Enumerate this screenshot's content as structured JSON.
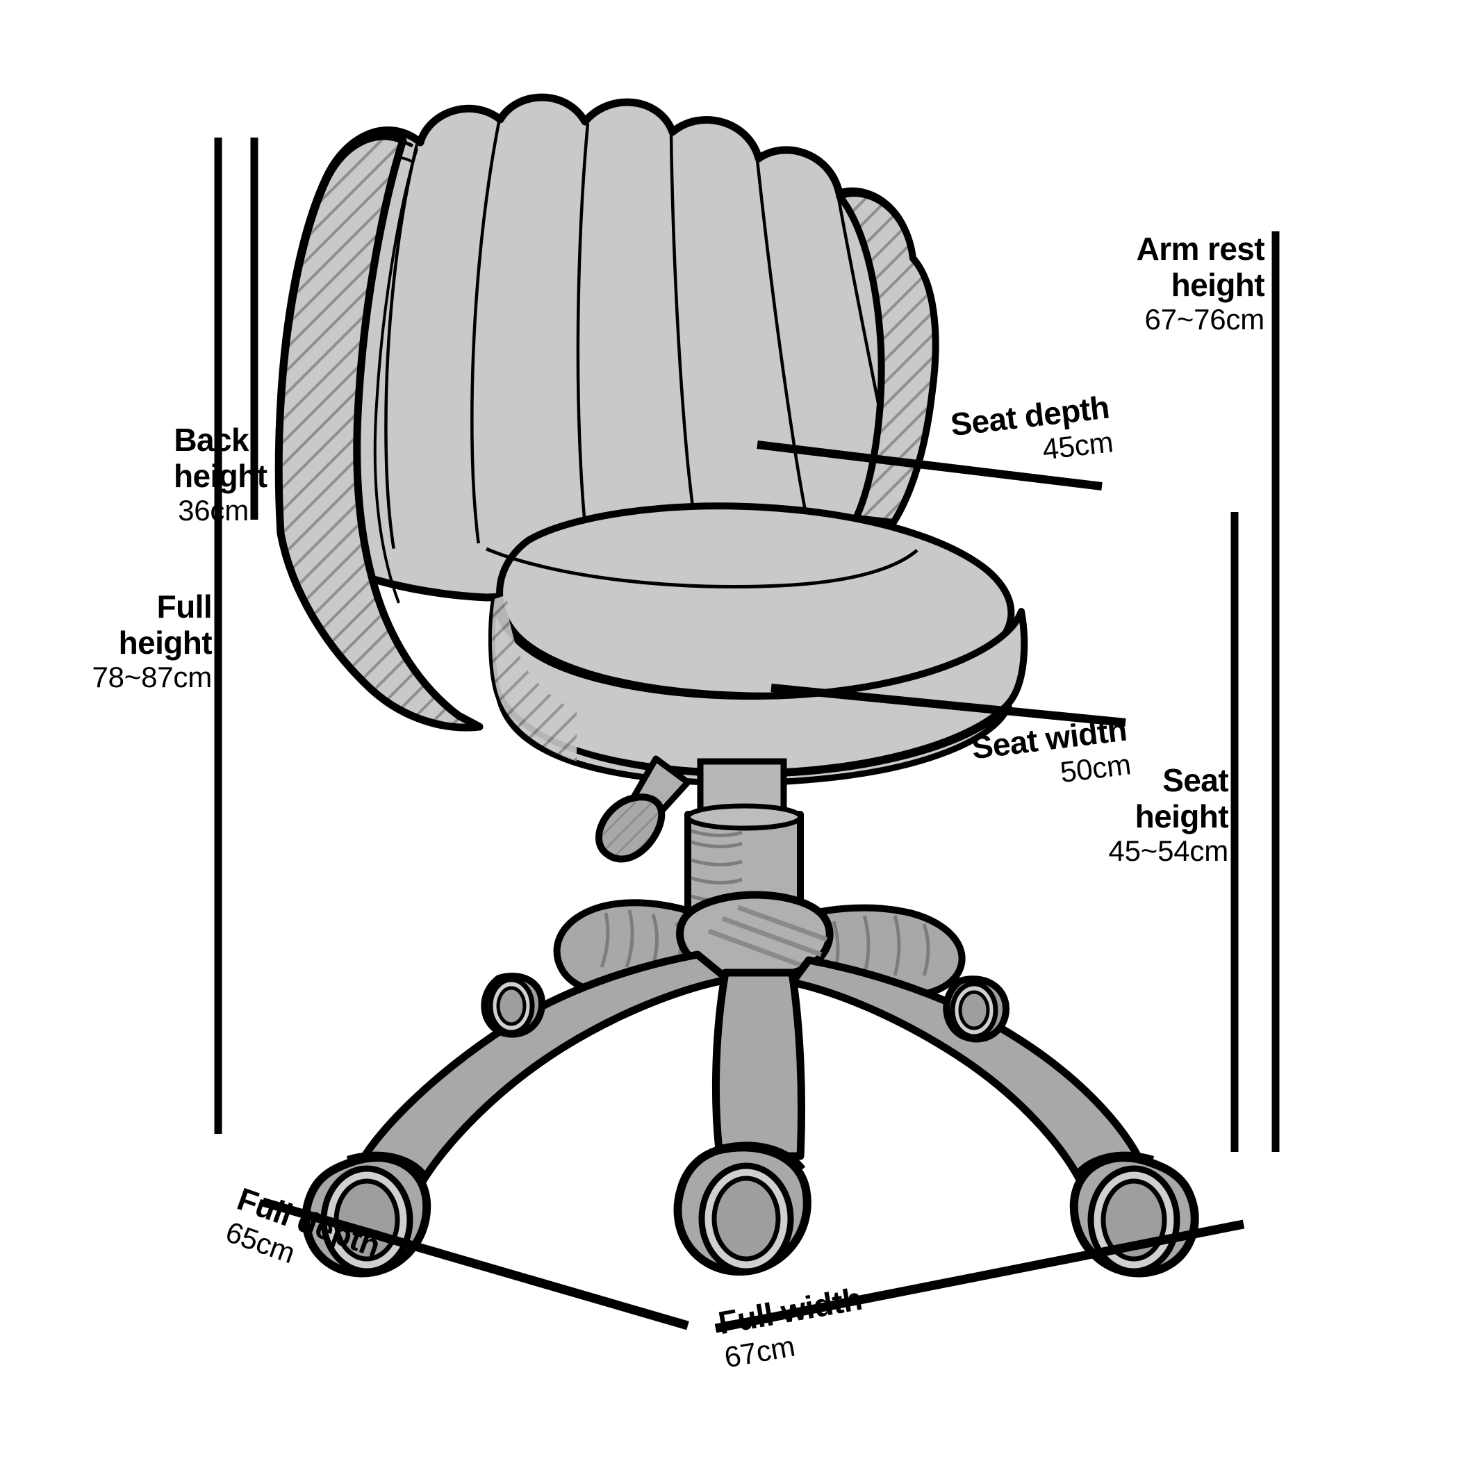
{
  "diagram": {
    "title": "Office chair dimension diagram",
    "subject": "shell-back swivel office chair",
    "unit": "cm",
    "colors": {
      "outline": "#000000",
      "upholstery_fill": "#c9c9c9",
      "hatch_line": "#8f8f8f",
      "metal_fill": "#a8a8a8",
      "metal_dark": "#9a9a9a",
      "caster_fill": "#9e9e9e",
      "caster_ring": "#d0d0d0",
      "background": "#ffffff",
      "text": "#000000"
    }
  },
  "measurements": [
    {
      "key": "full_height",
      "label": "Full height",
      "value": "78~87cm",
      "min": 78,
      "max": 87,
      "unit": "cm",
      "align": "right",
      "line": "vertical"
    },
    {
      "key": "back_height",
      "label": "Back height",
      "value": "36cm",
      "min": 36,
      "max": 36,
      "unit": "cm",
      "align": "right",
      "line": "vertical"
    },
    {
      "key": "arm_rest_height",
      "label": "Arm rest height",
      "label_line1": "Arm rest",
      "label_line2": "height",
      "value": "67~76cm",
      "min": 67,
      "max": 76,
      "unit": "cm",
      "align": "right",
      "line": "vertical"
    },
    {
      "key": "seat_height",
      "label": "Seat height",
      "label_line1": "Seat",
      "label_line2": "height",
      "value": "45~54cm",
      "min": 45,
      "max": 54,
      "unit": "cm",
      "align": "right",
      "line": "vertical"
    },
    {
      "key": "seat_depth",
      "label": "Seat depth",
      "value": "45cm",
      "min": 45,
      "max": 45,
      "unit": "cm",
      "align": "right",
      "line": "diagonal"
    },
    {
      "key": "seat_width",
      "label": "Seat width",
      "value": "50cm",
      "min": 50,
      "max": 50,
      "unit": "cm",
      "align": "right",
      "line": "diagonal"
    },
    {
      "key": "full_depth",
      "label": "Full depth",
      "value": "65cm",
      "min": 65,
      "max": 65,
      "unit": "cm",
      "align": "left",
      "line": "diagonal"
    },
    {
      "key": "full_width",
      "label": "Full width",
      "value": "67cm",
      "min": 67,
      "max": 67,
      "unit": "cm",
      "align": "left",
      "line": "diagonal"
    }
  ],
  "labels": {
    "full_height_title": "Full",
    "full_height_title2": "height",
    "full_height_value": "78~87cm",
    "back_height_title": "Back",
    "back_height_title2": "height",
    "back_height_value": "36cm",
    "arm_rest_title": "Arm rest",
    "arm_rest_title2": "height",
    "arm_rest_value": "67~76cm",
    "seat_height_title": "Seat",
    "seat_height_title2": "height",
    "seat_height_value": "45~54cm",
    "seat_depth_title": "Seat depth",
    "seat_depth_value": "45cm",
    "seat_width_title": "Seat width",
    "seat_width_value": "50cm",
    "full_depth_title": "Full depth",
    "full_depth_value": "65cm",
    "full_width_title": "Full width",
    "full_width_value": "67cm"
  }
}
